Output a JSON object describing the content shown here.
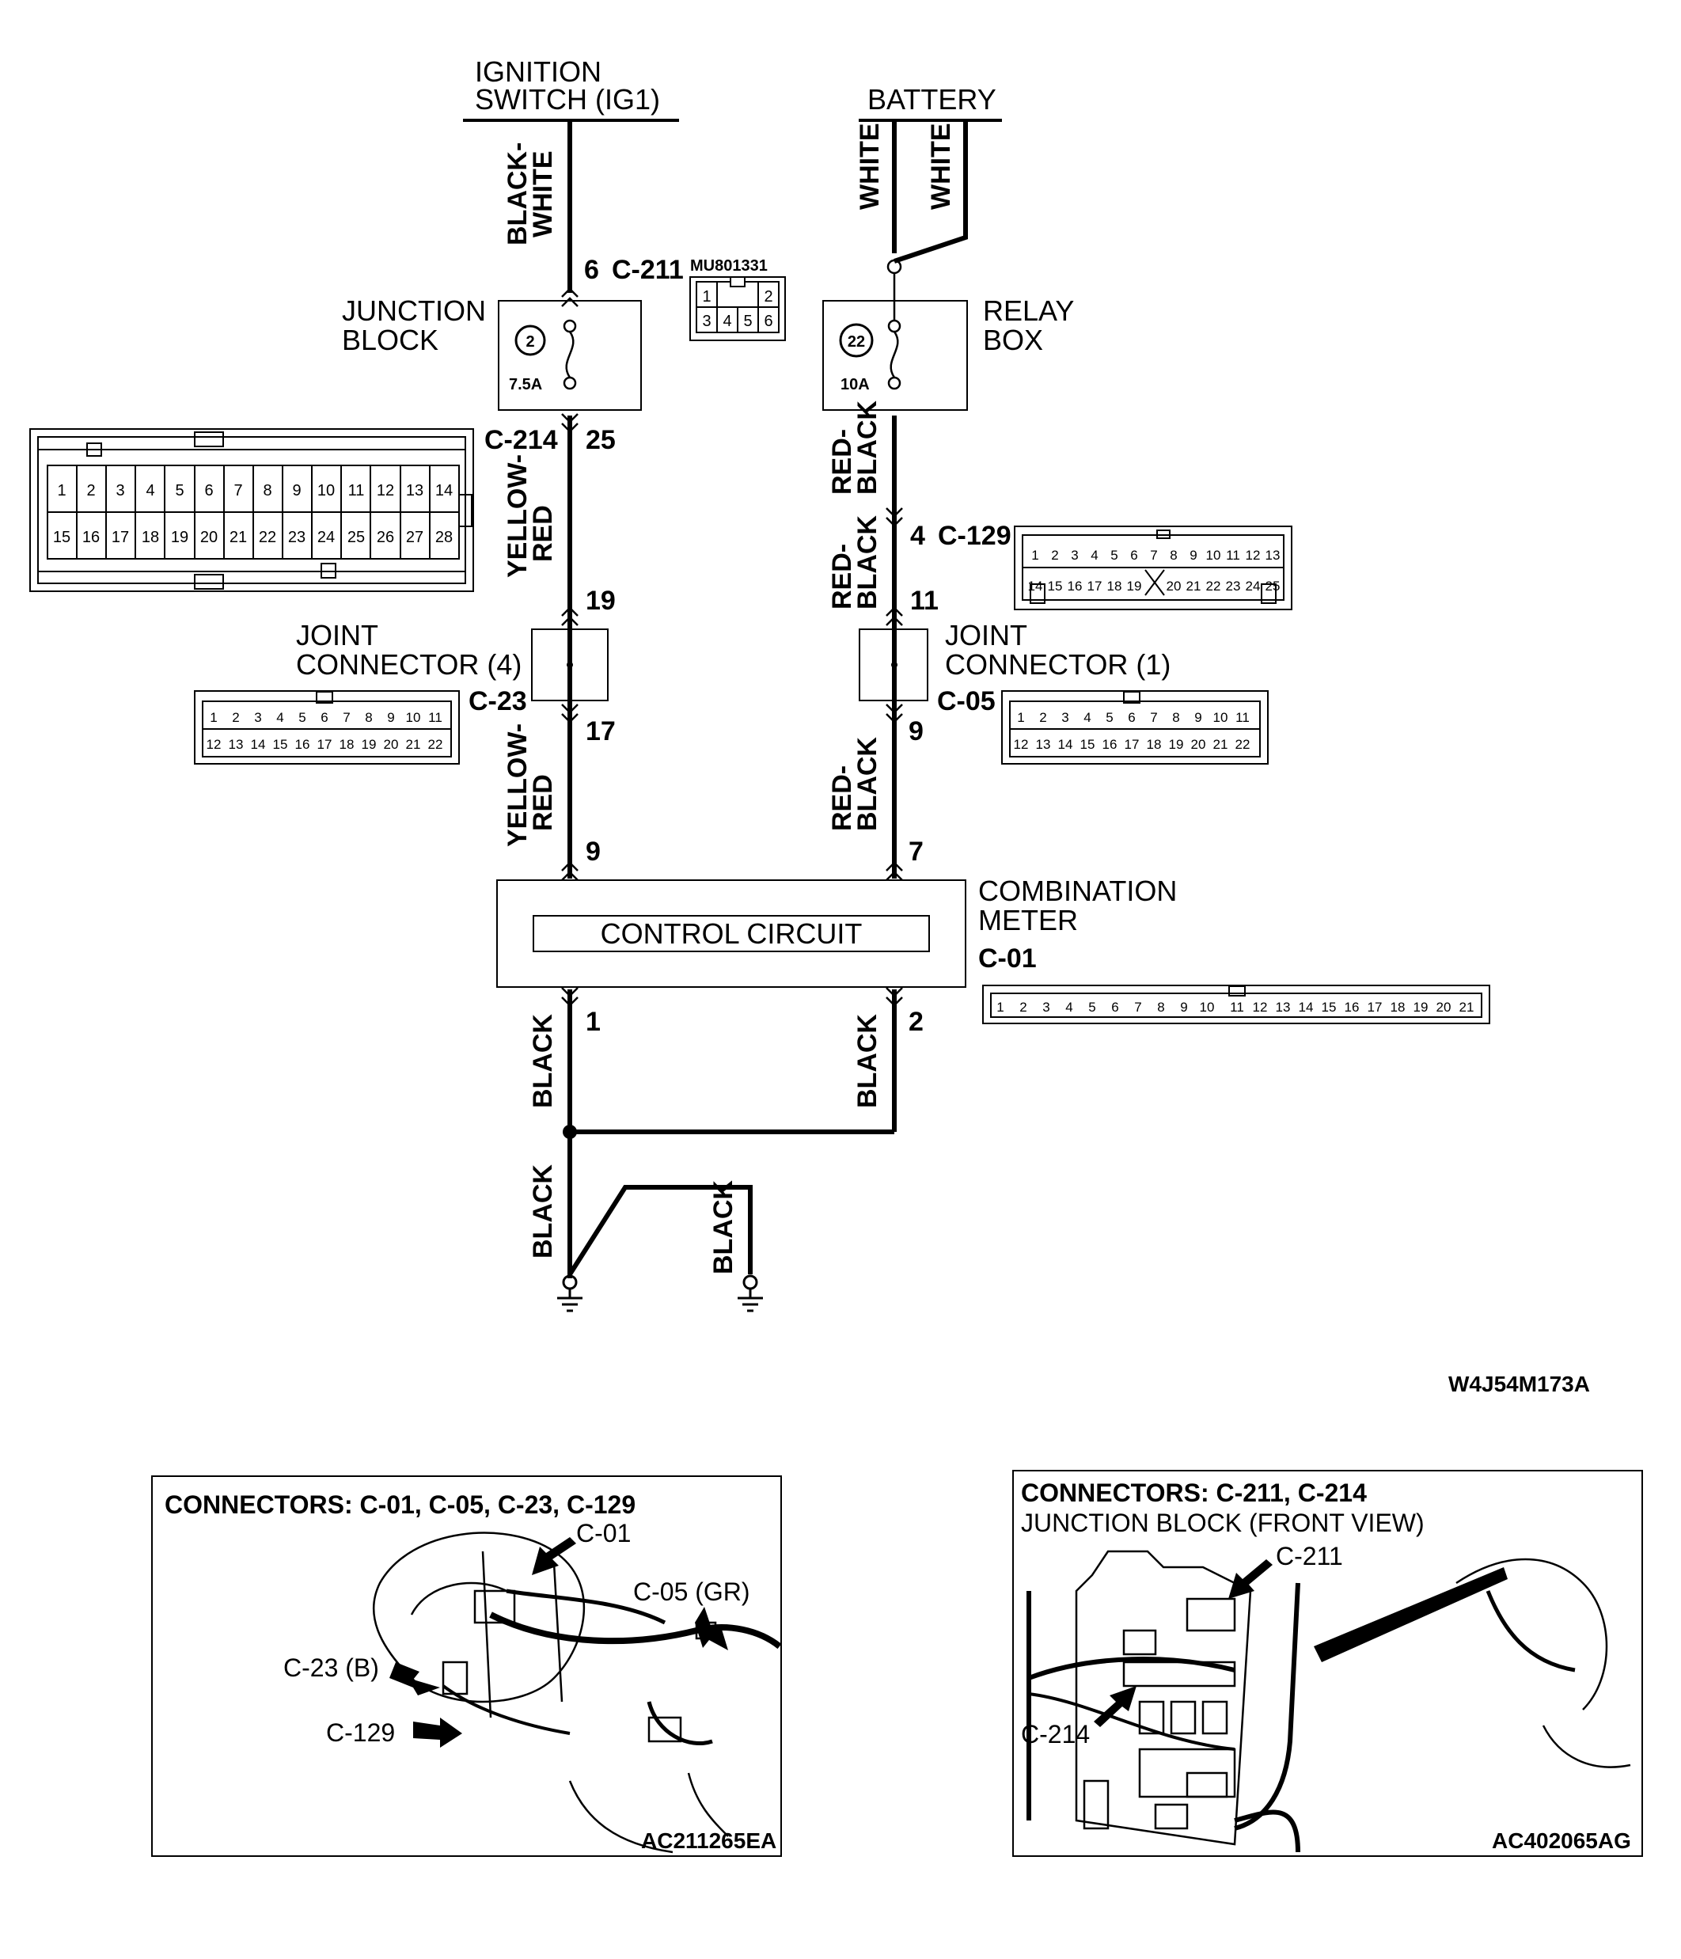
{
  "top_labels": {
    "ignition_line1": "IGNITION",
    "ignition_line2": "SWITCH (IG1)",
    "battery": "BATTERY"
  },
  "wires": {
    "left_top": "BLACK-\nWHITE",
    "right_top_a": "WHITE",
    "right_top_b": "WHITE",
    "left_mid": "YELLOW-\nRED",
    "right_mid1": "RED-\nBLACK",
    "right_mid2": "RED-\nBLACK",
    "left_low": "YELLOW-\nRED",
    "right_low": "RED-\nBLACK",
    "left_bottom": "BLACK",
    "right_bottom": "BLACK",
    "ground_left": "BLACK",
    "ground_right": "BLACK"
  },
  "junction_block": {
    "line1": "JUNCTION",
    "line2": "BLOCK",
    "fuse_no": "2",
    "rating": "7.5A",
    "in_pin": "6",
    "in_conn": "C-211",
    "out_conn": "C-214",
    "out_pin": "25",
    "part_no": "MU801331",
    "c211_pins": [
      "1",
      "",
      "2",
      "3",
      "4",
      "5",
      "6"
    ]
  },
  "relay_box": {
    "line1": "RELAY",
    "line2": "BOX",
    "fuse_no": "22",
    "rating": "10A"
  },
  "c214_pins": {
    "row1": [
      "1",
      "2",
      "3",
      "4",
      "5",
      "6",
      "7",
      "8",
      "9",
      "10",
      "11",
      "12",
      "13",
      "14"
    ],
    "row2": [
      "15",
      "16",
      "17",
      "18",
      "19",
      "20",
      "21",
      "22",
      "23",
      "24",
      "25",
      "26",
      "27",
      "28"
    ]
  },
  "c129": {
    "pin": "4",
    "conn": "C-129",
    "row1": [
      "1",
      "2",
      "3",
      "4",
      "5",
      "6",
      "7",
      "8",
      "9",
      "10",
      "11",
      "12",
      "13"
    ],
    "row2": [
      "14",
      "15",
      "16",
      "17",
      "18",
      "19",
      "20",
      "21",
      "22",
      "23",
      "24",
      "25"
    ]
  },
  "joint4": {
    "line1": "JOINT",
    "line2": "CONNECTOR (4)",
    "conn": "C-23",
    "in_pin": "19",
    "out_pin": "17",
    "row1": [
      "1",
      "2",
      "3",
      "4",
      "5",
      "6",
      "7",
      "8",
      "9",
      "10",
      "11"
    ],
    "row2": [
      "12",
      "13",
      "14",
      "15",
      "16",
      "17",
      "18",
      "19",
      "20",
      "21",
      "22"
    ]
  },
  "joint1": {
    "line1": "JOINT",
    "line2": "CONNECTOR (1)",
    "conn": "C-05",
    "in_pin": "11",
    "out_pin": "9",
    "row1": [
      "1",
      "2",
      "3",
      "4",
      "5",
      "6",
      "7",
      "8",
      "9",
      "10",
      "11"
    ],
    "row2": [
      "12",
      "13",
      "14",
      "15",
      "16",
      "17",
      "18",
      "19",
      "20",
      "21",
      "22"
    ]
  },
  "meter": {
    "line1": "COMBINATION",
    "line2": "METER",
    "circuit": "CONTROL CIRCUIT",
    "conn": "C-01",
    "in_left": "9",
    "in_right": "7",
    "out_left": "1",
    "out_right": "2",
    "pins": [
      "1",
      "2",
      "3",
      "4",
      "5",
      "6",
      "7",
      "8",
      "9",
      "10",
      "11",
      "12",
      "13",
      "14",
      "15",
      "16",
      "17",
      "18",
      "19",
      "20",
      "21"
    ]
  },
  "diagram_code": "W4J54M173A",
  "panel_left": {
    "title": "CONNECTORS: C-01, C-05, C-23, C-129",
    "callouts": [
      "C-01",
      "C-05 (GR)",
      "C-23 (B)",
      "C-129"
    ],
    "code": "AC211265EA"
  },
  "panel_right": {
    "title": "CONNECTORS: C-211, C-214",
    "subtitle": "JUNCTION BLOCK (FRONT VIEW)",
    "callouts": [
      "C-211",
      "C-214"
    ],
    "code": "AC402065AG"
  }
}
